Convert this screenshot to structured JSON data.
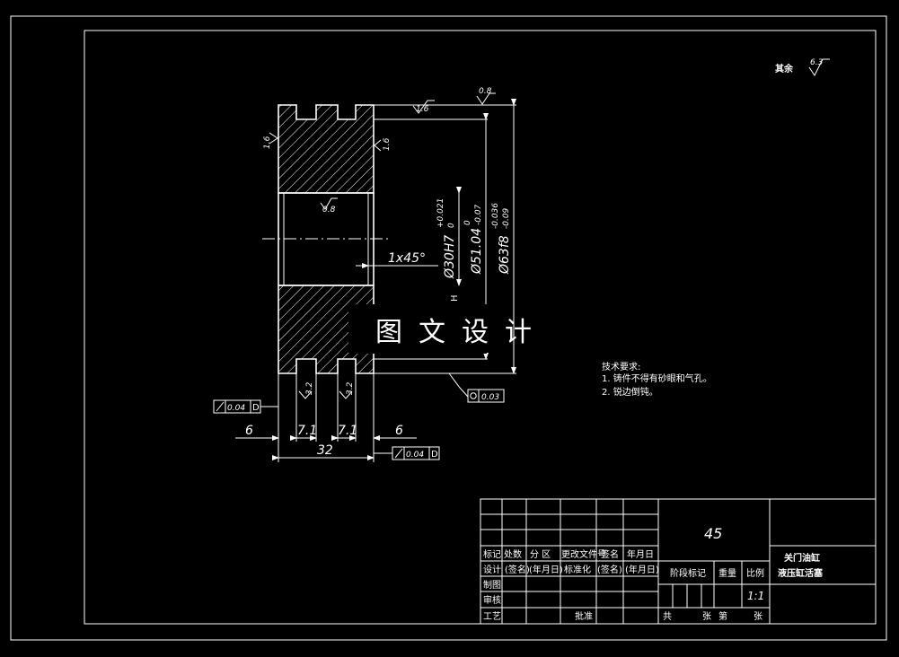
{
  "surface_roughness": {
    "general_label": "其余",
    "general_value": "6.3",
    "top_face": "0.8",
    "outer_face": "1.6",
    "left_face": "1.6",
    "right_face": "1.6",
    "bore": "0.8",
    "groove_a": "3.2",
    "groove_b": "3.2"
  },
  "dimensions": {
    "bore": "Ø30H7",
    "bore_tol_upper": "+0.021",
    "bore_tol_lower": "0",
    "middle": "Ø51.04",
    "middle_tol_upper": "0",
    "middle_tol_lower": "-0.07",
    "outer": "Ø63f8",
    "outer_tol_upper": "-0.036",
    "outer_tol_lower": "-0.09",
    "chamfer": "1x45°",
    "left_len": "6",
    "groove1": "7.1",
    "groove2": "7.1",
    "right_len": "6",
    "total_len": "32",
    "datum_letter": "H"
  },
  "tolerance_frames": {
    "left": {
      "value": "0.04",
      "datum": "D"
    },
    "bottom": {
      "value": "0.04",
      "datum": "D"
    },
    "cylindricity": {
      "value": "0.03"
    }
  },
  "watermark": "图文设计",
  "technical_requirements": {
    "title": "技术要求:",
    "items": [
      "1. 铸件不得有砂眼和气孔。",
      "2. 锐边倒钝。"
    ]
  },
  "title_block": {
    "material": "45",
    "part_name_line1": "关门油缸",
    "part_name_line2": "液压缸活塞",
    "header_row": [
      "标记",
      "处数",
      "分 区",
      "更改文件号",
      "签名",
      "年月日"
    ],
    "design_row": [
      "设计",
      "(签名)",
      "(年月日)",
      "标准化",
      "(签名)",
      "(年月日)"
    ],
    "row_labels": [
      "制图",
      "审核",
      "工艺"
    ],
    "approve": "批准",
    "stage_mark": "阶段标记",
    "weight": "重量",
    "scale_label": "比例",
    "scale_value": "1:1",
    "sheet_total": "共",
    "sheet_unit": "张",
    "sheet_no": "第",
    "sheet_unit2": "张"
  }
}
